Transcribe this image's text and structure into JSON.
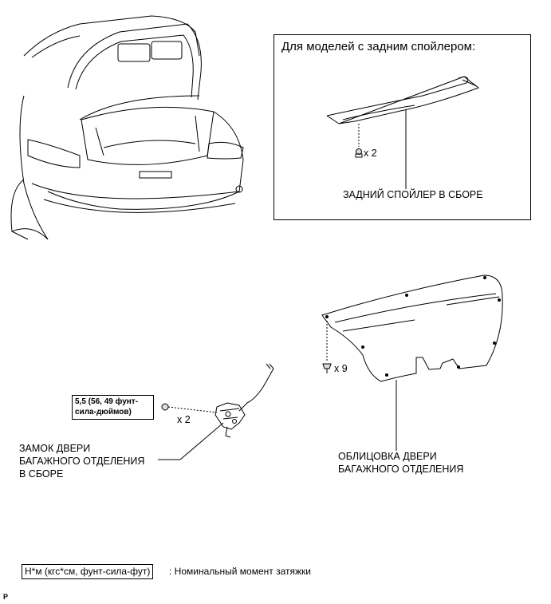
{
  "inset": {
    "title": "Для моделей с задним спойлером:",
    "spoiler_qty": "x 2",
    "spoiler_label": "ЗАДНИЙ СПОЙЛЕР В СБОРЕ"
  },
  "lock": {
    "torque": "5,5 (56, 49 фунт-сила-дюймов)",
    "qty": "x 2",
    "label_lines": [
      "ЗАМОК ДВЕРИ",
      "БАГАЖНОГО ОТДЕЛЕНИЯ",
      "В СБОРЕ"
    ]
  },
  "trim": {
    "qty": "x 9",
    "label_lines": [
      "ОБЛИЦОВКА ДВЕРИ",
      "БАГАЖНОГО ОТДЕЛЕНИЯ"
    ]
  },
  "legend": {
    "unit": "Н*м (кгс*см, фунт-сила-фут)",
    "description": ": Номинальный момент затяжки"
  },
  "corner_mark": "P"
}
